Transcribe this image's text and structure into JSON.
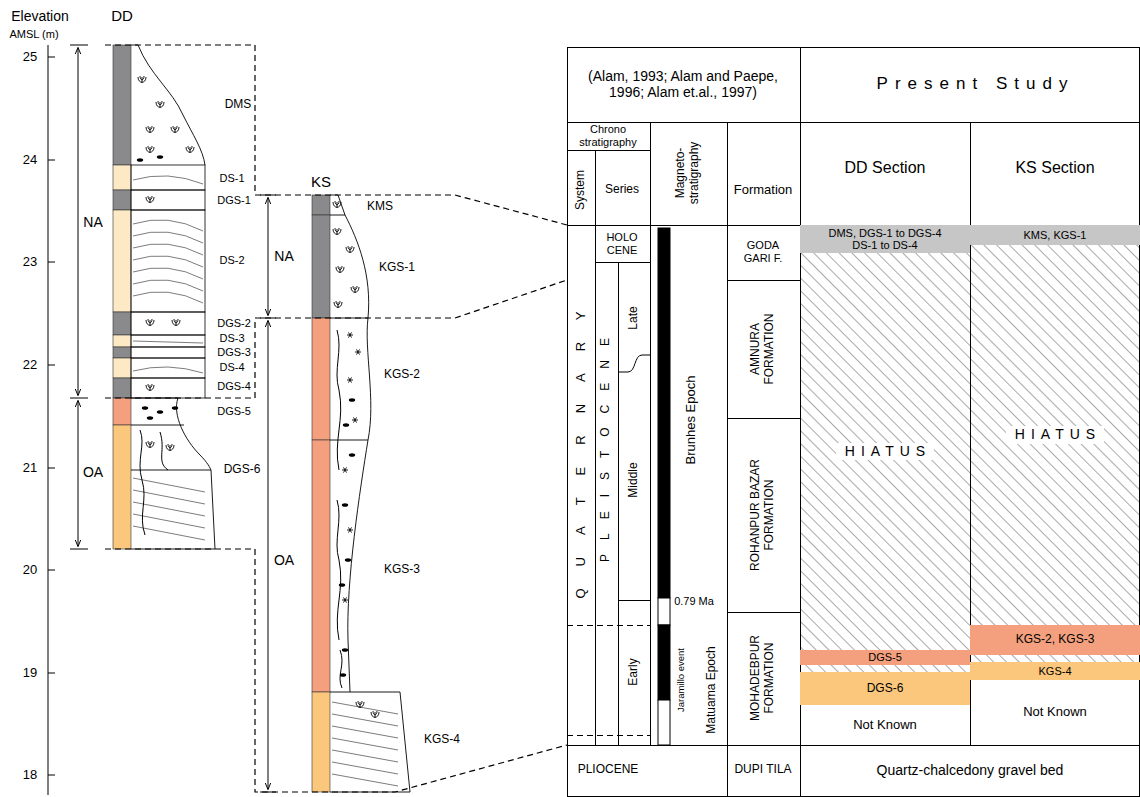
{
  "diagram": {
    "nodes": [
      {
        "text": [
          "DMS, DGS-1 to DGS-4 DS-1 to DS-4"
        ]
      },
      {
        "text": [
          "KMS, KGS-1"
        ]
      },
      {
        "text": [
          "HIATUS"
        ]
      },
      {
        "text": [
          "HIATUS"
        ]
      },
      {
        "text": [
          "DGS-5"
        ]
      },
      {
        "text": [
          "KGS-2, KGS-3"
        ]
      },
      {
        "text": [
          "DGS-6"
        ]
      },
      {
        "text": [
          "KGS-4"
        ]
      }
    ],
    "labels": [
      "Elevation",
      "AMSL (m)",
      "25",
      "24",
      "23",
      "22",
      "21",
      "20",
      "19",
      "18",
      "DD",
      "KS",
      "NA",
      "OA",
      "NA",
      "OA",
      "DMS",
      "DS-1",
      "DGS-1",
      "DS-2",
      "DGS-2",
      "DS-3",
      "DGS-3",
      "DS-4",
      "DGS-4",
      "DGS-5",
      "DGS-6",
      "KMS",
      "KGS-1",
      "KGS-2",
      "KGS-3",
      "KGS-4",
      "(Alam, 1993; Alam and Paepe, 1996; Alam et.al., 1997)",
      "Present Study",
      "Chrono stratigraphy",
      "Magneto-stratigraphy",
      "Formation",
      "System",
      "Series",
      "DD Section",
      "KS Section",
      "HOLO CENE",
      "QUATERNARY",
      "PLEISTOCENE",
      "Late",
      "Middle",
      "Early",
      "Brunhes Epoch",
      "0.79 Ma",
      "Jaramillo event",
      "Matuama Epoch",
      "GODA GARI F.",
      "AMNURA FORMATION",
      "ROHANPUR BAZAR FORMATION",
      "MOHADEBPUR FORMATION",
      "PLIOCENE",
      "DUPI TILA",
      "Not Known",
      "Not Known",
      "Quartz-chalcedony gravel bed"
    ]
  }
}
